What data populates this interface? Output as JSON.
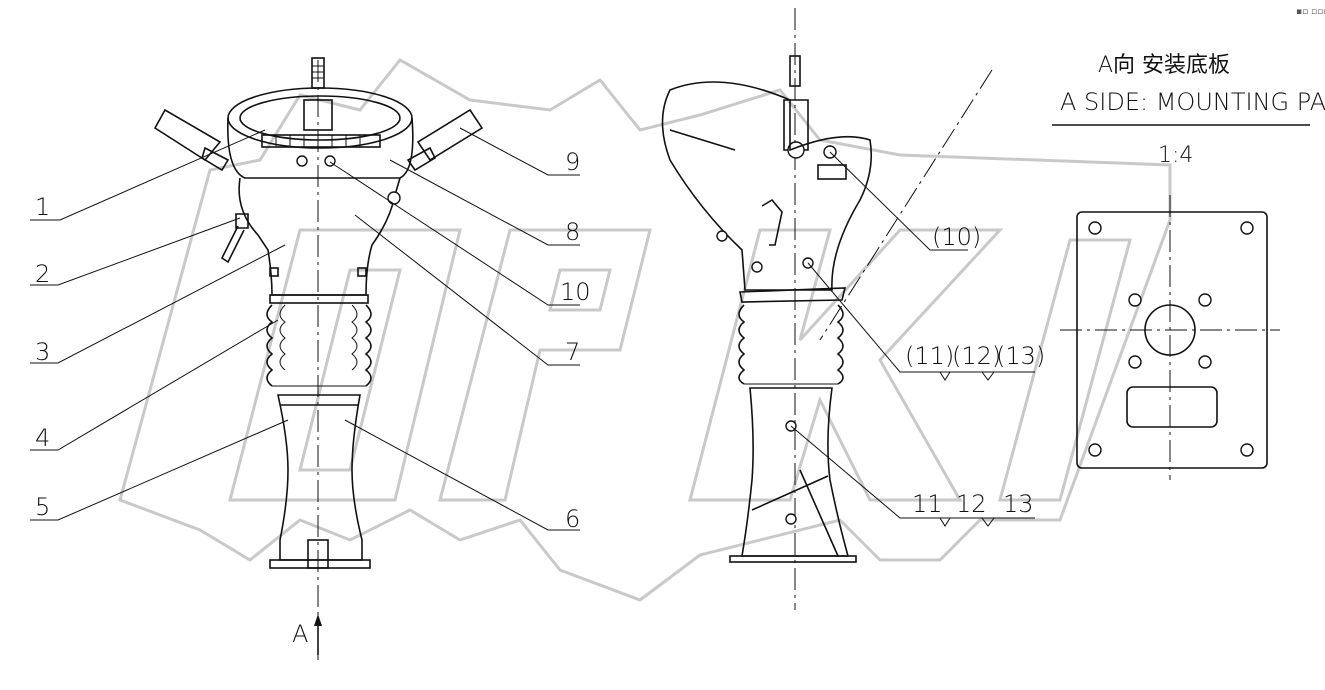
{
  "callouts": {
    "c1": "1",
    "c2": "2",
    "c3": "3",
    "c4": "4",
    "c5": "5",
    "c6": "6",
    "c7": "7",
    "c8": "8",
    "c9": "9",
    "c10": "10",
    "c10p": "(10)",
    "c11p": "(11)",
    "c12p": "(12)",
    "c13p": "(13)",
    "c11": "11",
    "c12": "12",
    "c13": "13"
  },
  "view_arrow": "A",
  "title_cn": "A向  安装底板",
  "title_en": "A SIDE: MOUNTING PANEL",
  "scale": "1:4",
  "watermark": "OPK",
  "corner_mark": "▪▫ ▫▫▫"
}
